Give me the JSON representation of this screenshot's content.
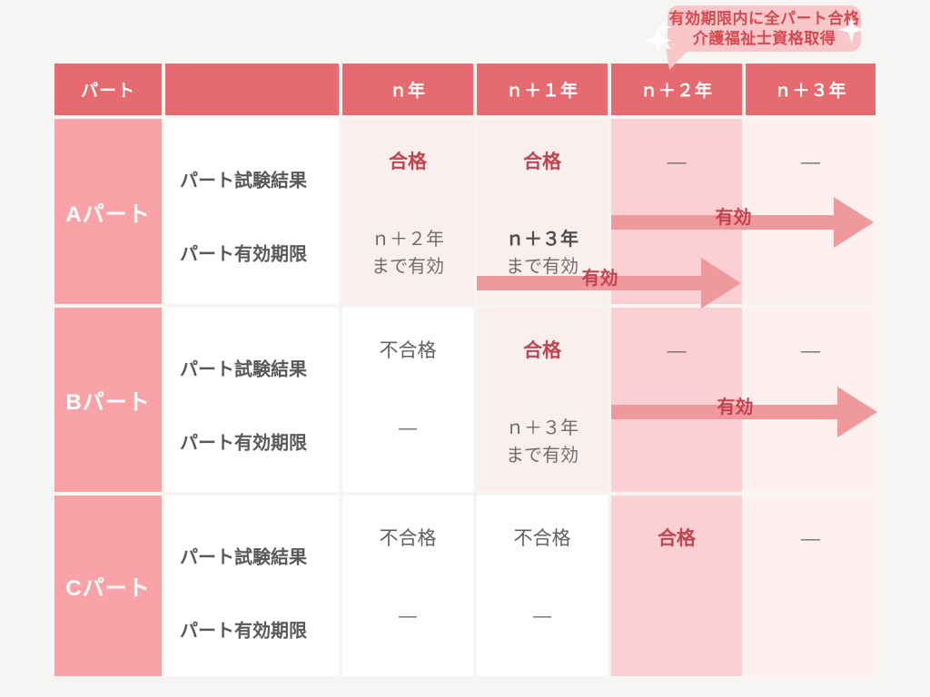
{
  "colors": {
    "page-bg": "#f6f5f3",
    "header-red": "#e66b70",
    "label-pink": "#f9a3a8",
    "cell-light": "#fbeeee",
    "cell-mid": "#fcd0d3",
    "cell-faint": "#fdf0ee",
    "pass-red": "#bf454f",
    "text-gray": "#606060",
    "arrow-pink": "#ef999d",
    "arrow-label-red": "#c2434d",
    "bubble-pink": "#f9c6c9",
    "bubble-text-red": "#d6494f"
  },
  "callout": {
    "line1": "有効期限内に全パート合格",
    "line2": "介護福祉士資格取得"
  },
  "table": {
    "headers": {
      "part": "パート",
      "blank": "",
      "n": "ｎ年",
      "n1": "ｎ＋１年",
      "n2": "ｎ＋２年",
      "n3": "ｎ＋３年"
    },
    "row_labels": {
      "exam": "パート試験結果",
      "validity": "パート有効期限"
    },
    "rows": [
      {
        "part": "Aパート",
        "cells": [
          {
            "result": "合格",
            "v1": "ｎ＋２年",
            "v2": "まで有効"
          },
          {
            "result": "合格",
            "v1": "ｎ＋３年",
            "v2": "まで有効"
          },
          {
            "result": "―"
          },
          {
            "result": "―"
          }
        ]
      },
      {
        "part": "Bパート",
        "cells": [
          {
            "result": "不合格",
            "v1": "―"
          },
          {
            "result": "合格",
            "v1": "ｎ＋３年",
            "v2": "まで有効"
          },
          {
            "result": "―"
          },
          {
            "result": "―"
          }
        ]
      },
      {
        "part": "Cパート",
        "cells": [
          {
            "result": "不合格",
            "v1": "―"
          },
          {
            "result": "不合格",
            "v1": "―"
          },
          {
            "result": "合格"
          },
          {
            "result": "―"
          }
        ]
      }
    ]
  },
  "arrows": [
    {
      "label": "有効"
    },
    {
      "label": "有効"
    },
    {
      "label": "有効"
    }
  ]
}
